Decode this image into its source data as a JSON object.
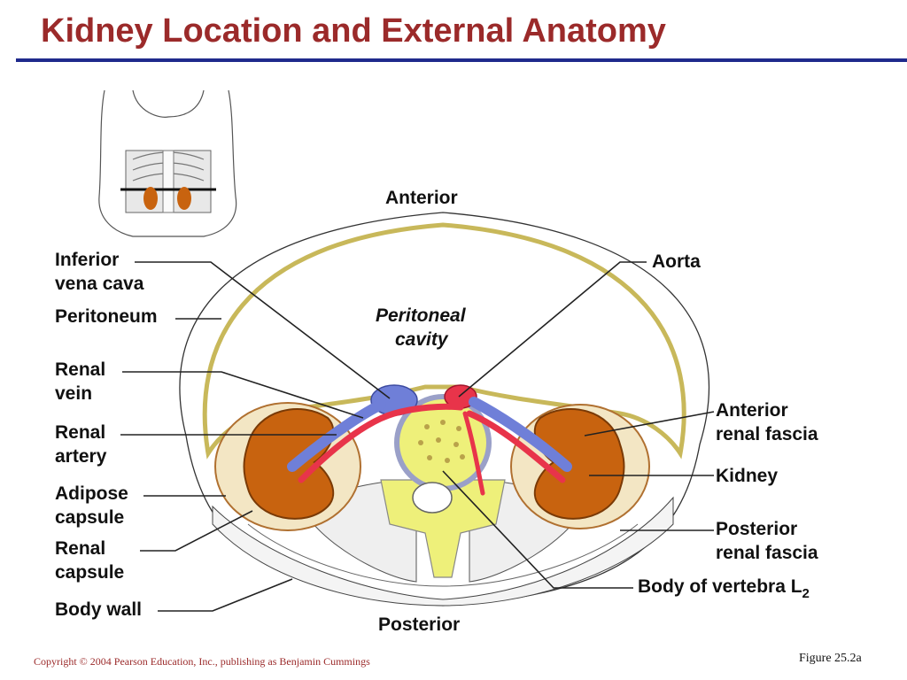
{
  "title": "Kidney Location and External Anatomy",
  "labels": {
    "anterior": "Anterior",
    "posterior": "Posterior",
    "inferior_vena_cava": [
      "Inferior",
      "vena cava"
    ],
    "peritoneum": "Peritoneum",
    "peritoneal_cavity": [
      "Peritoneal",
      "cavity"
    ],
    "renal_vein": [
      "Renal",
      "vein"
    ],
    "renal_artery": [
      "Renal",
      "artery"
    ],
    "adipose_capsule": [
      "Adipose",
      "capsule"
    ],
    "renal_capsule": [
      "Renal",
      "capsule"
    ],
    "body_wall": "Body wall",
    "aorta": "Aorta",
    "anterior_renal_fascia": [
      "Anterior",
      "renal fascia"
    ],
    "kidney": "Kidney",
    "posterior_renal_fascia": [
      "Posterior",
      "renal fascia"
    ],
    "body_of_vertebra": "Body of vertebra L",
    "vertebra_subscript": "2"
  },
  "colors": {
    "title": "#9b2a2a",
    "rule": "#1f2a8c",
    "kidney": "#c8630f",
    "vein": "#6f7fd8",
    "artery": "#e8344a",
    "adipose": "#f3e6c4",
    "peritoneum": "#f2eab0",
    "vertebra": "#eef07a"
  },
  "footer": {
    "copyright": "Copyright © 2004 Pearson Education, Inc., publishing as Benjamin Cummings",
    "figure": "Figure 25.2a"
  }
}
